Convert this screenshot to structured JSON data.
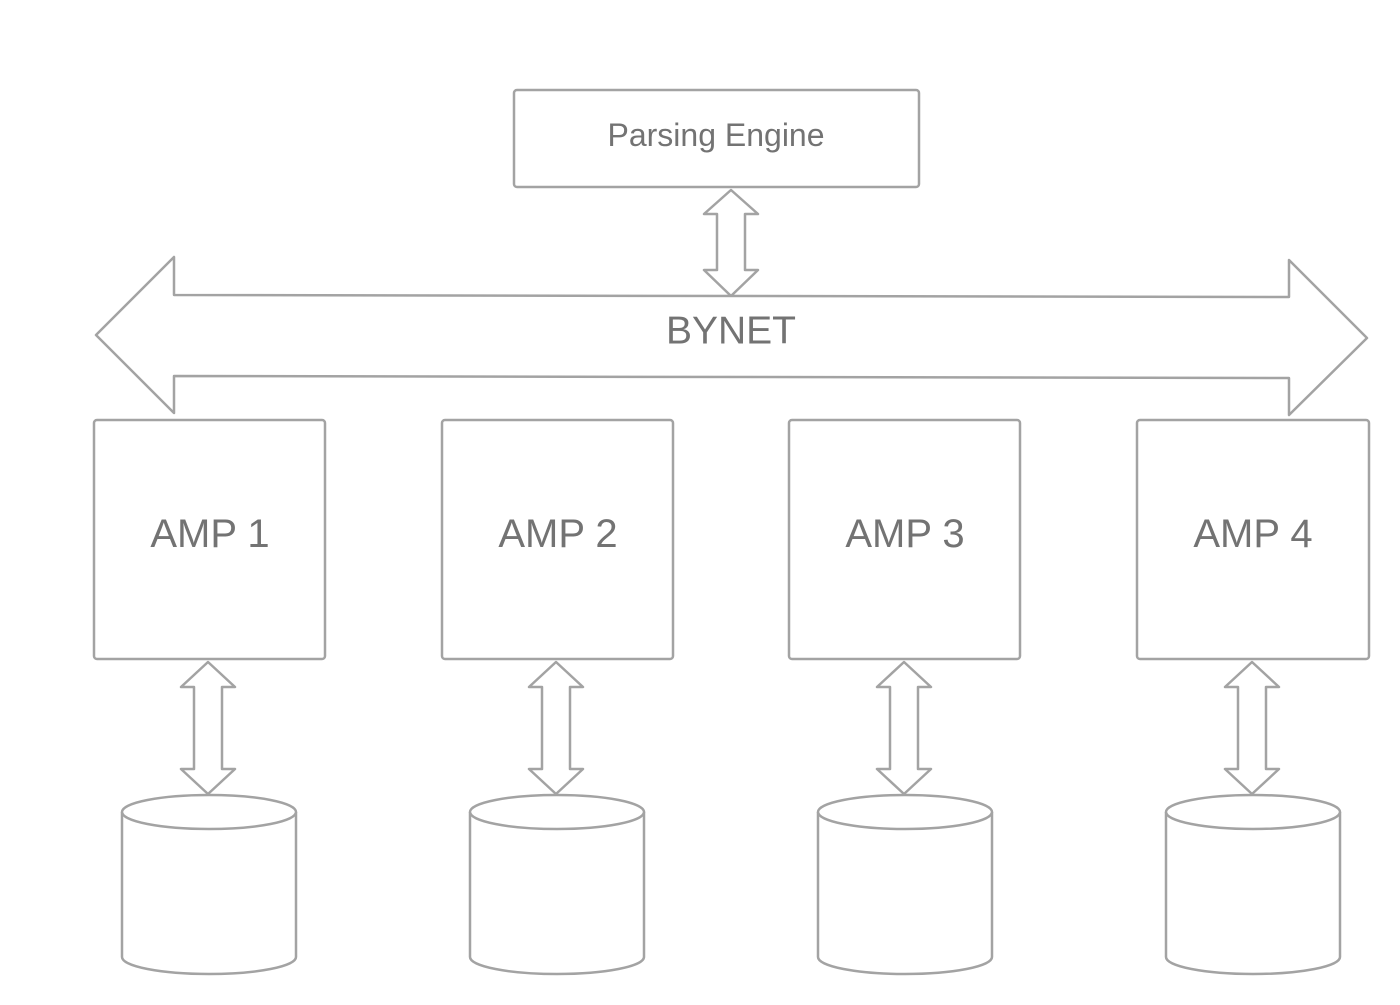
{
  "parsing_engine": {
    "label": "Parsing Engine"
  },
  "bynet": {
    "label": "BYNET"
  },
  "amps": [
    {
      "label": "AMP 1"
    },
    {
      "label": "AMP 2"
    },
    {
      "label": "AMP 3"
    },
    {
      "label": "AMP 4"
    }
  ],
  "colors": {
    "stroke": "#a3a3a3",
    "text": "#737373",
    "fill": "#ffffff"
  }
}
